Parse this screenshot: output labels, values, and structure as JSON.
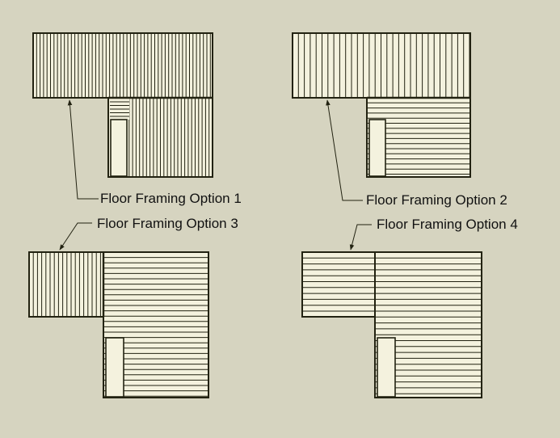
{
  "diagram": {
    "background": "#d6d4c0",
    "panel_fill": "#f4f2de",
    "stroke_color": "#222211",
    "options": [
      {
        "label": "Floor Framing Option 1",
        "joists": "vertical"
      },
      {
        "label": "Floor Framing Option 2",
        "joists": "mixed"
      },
      {
        "label": "Floor Framing Option 3",
        "joists": "mixed"
      },
      {
        "label": "Floor Framing Option 4",
        "joists": "horizontal"
      }
    ]
  }
}
